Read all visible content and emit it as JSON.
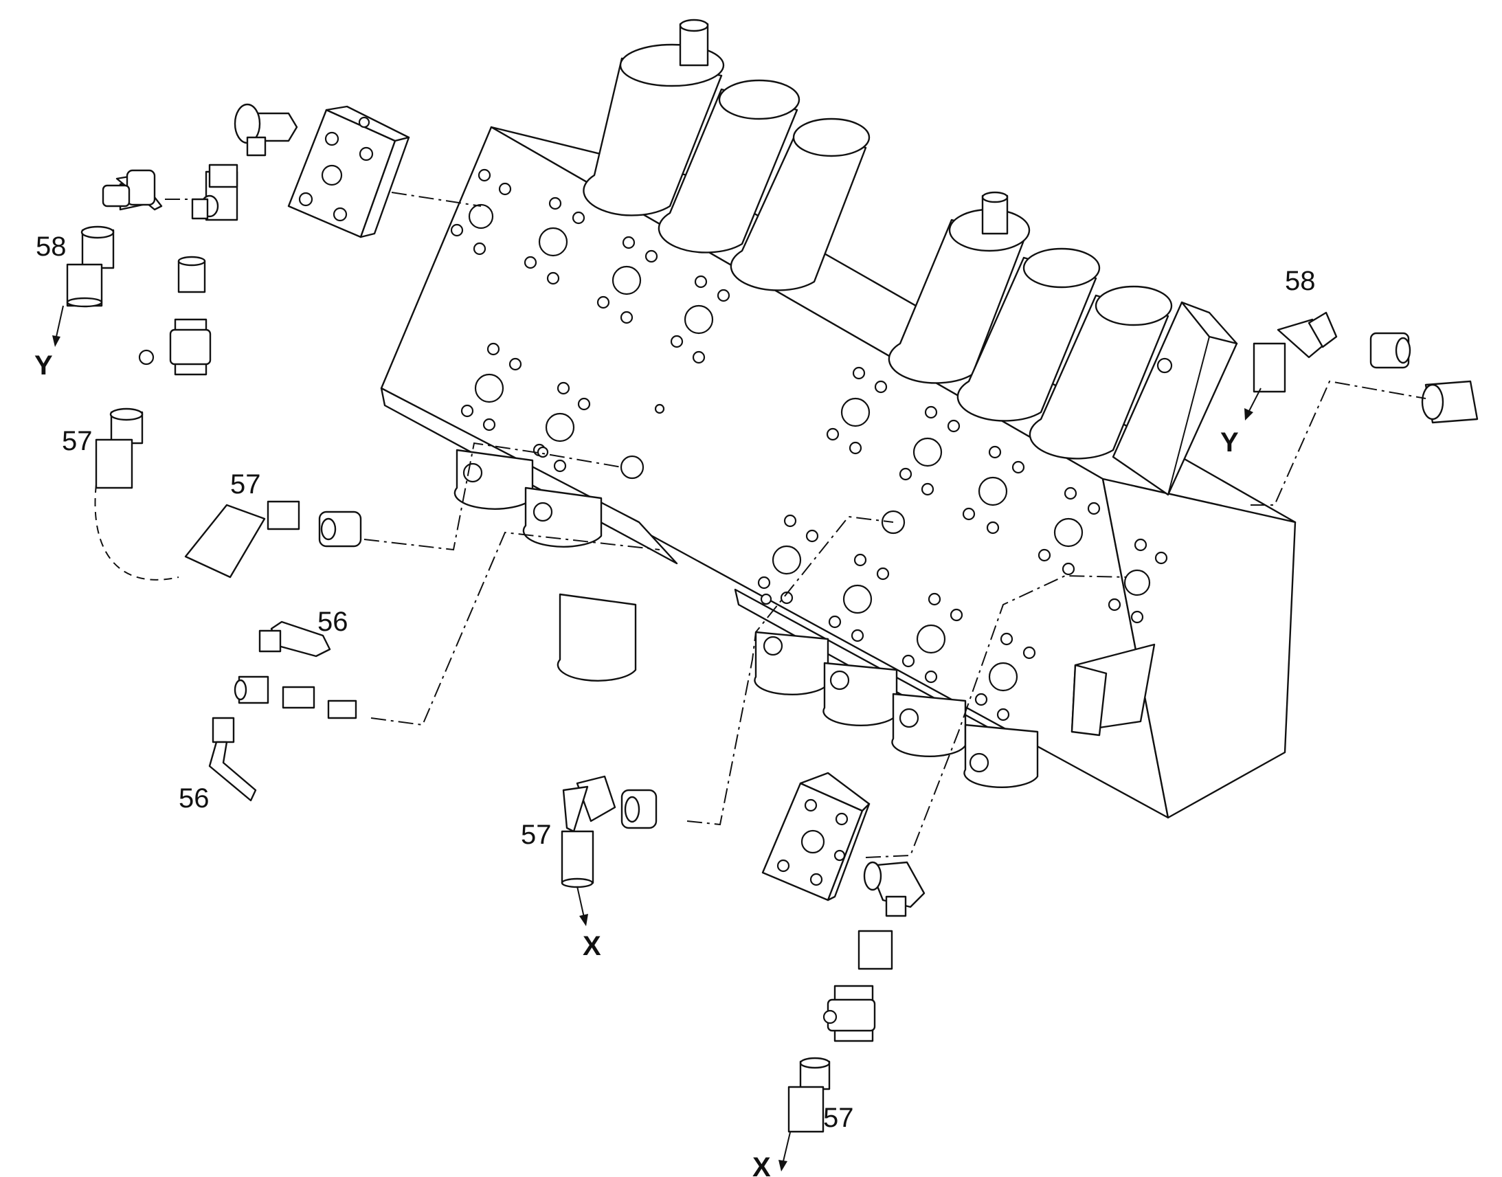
{
  "callouts": {
    "c58_left": "58",
    "c57_left": "57",
    "c57_hose": "57",
    "c56_upper": "56",
    "c56_lower": "56",
    "c57_bottom_mid": "57",
    "c57_bottom_right": "57",
    "c58_right": "58"
  },
  "flow_labels": {
    "y_left": "Y",
    "y_right": "Y",
    "x_mid": "X",
    "x_bottom": "X"
  },
  "colors": {
    "line": "#111111",
    "background": "#ffffff"
  }
}
